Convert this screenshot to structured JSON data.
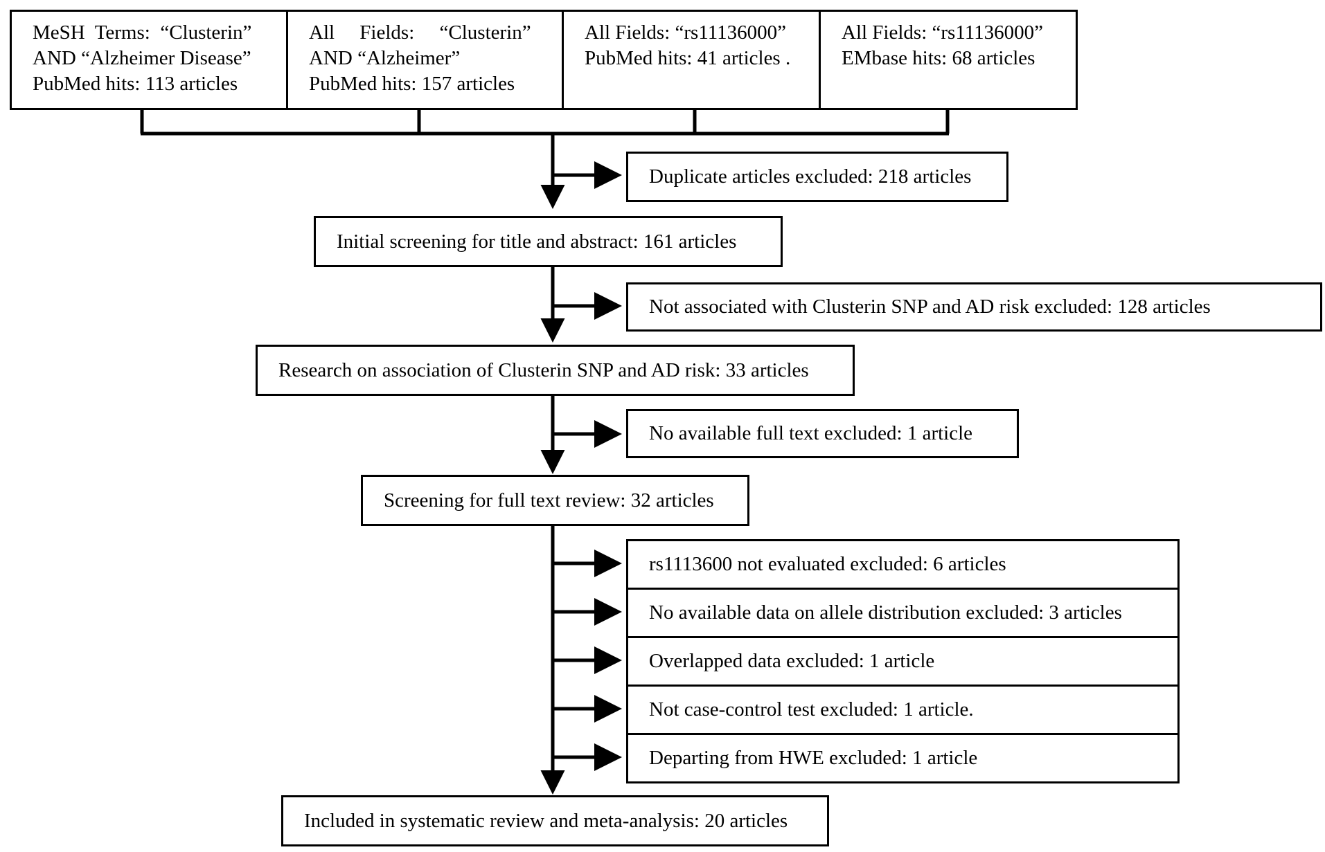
{
  "sources": [
    {
      "lines": [
        "MeSH  Terms:  “Clusterin”",
        "AND “Alzheimer Disease”",
        "PubMed hits: 113 articles"
      ]
    },
    {
      "lines": [
        "All     Fields:     “Clusterin”",
        "AND “Alzheimer”",
        "PubMed hits: 157 articles"
      ]
    },
    {
      "lines": [
        "All Fields: “rs11136000”",
        "PubMed hits: 41 articles ."
      ]
    },
    {
      "lines": [
        "All Fields: “rs11136000”",
        "EMbase hits: 68 articles"
      ]
    }
  ],
  "steps": {
    "initial_screening": "Initial screening for title and abstract: 161 articles",
    "research_association": "Research on association of Clusterin SNP and AD risk: 33 articles",
    "full_text_screening": "Screening for full text review: 32 articles",
    "included": "Included in systematic review and meta-analysis: 20 articles"
  },
  "exclusions": {
    "duplicates": "Duplicate articles excluded: 218 articles",
    "not_associated": "Not associated with Clusterin SNP and AD risk excluded: 128 articles",
    "no_full_text": "No available full text excluded: 1 article",
    "final": [
      "rs1113600 not evaluated excluded: 6 articles",
      "No available data on allele distribution excluded: 3 articles",
      "Overlapped data excluded: 1 article",
      "Not case-control test excluded: 1 article.",
      "Departing from HWE excluded: 1 article"
    ]
  }
}
